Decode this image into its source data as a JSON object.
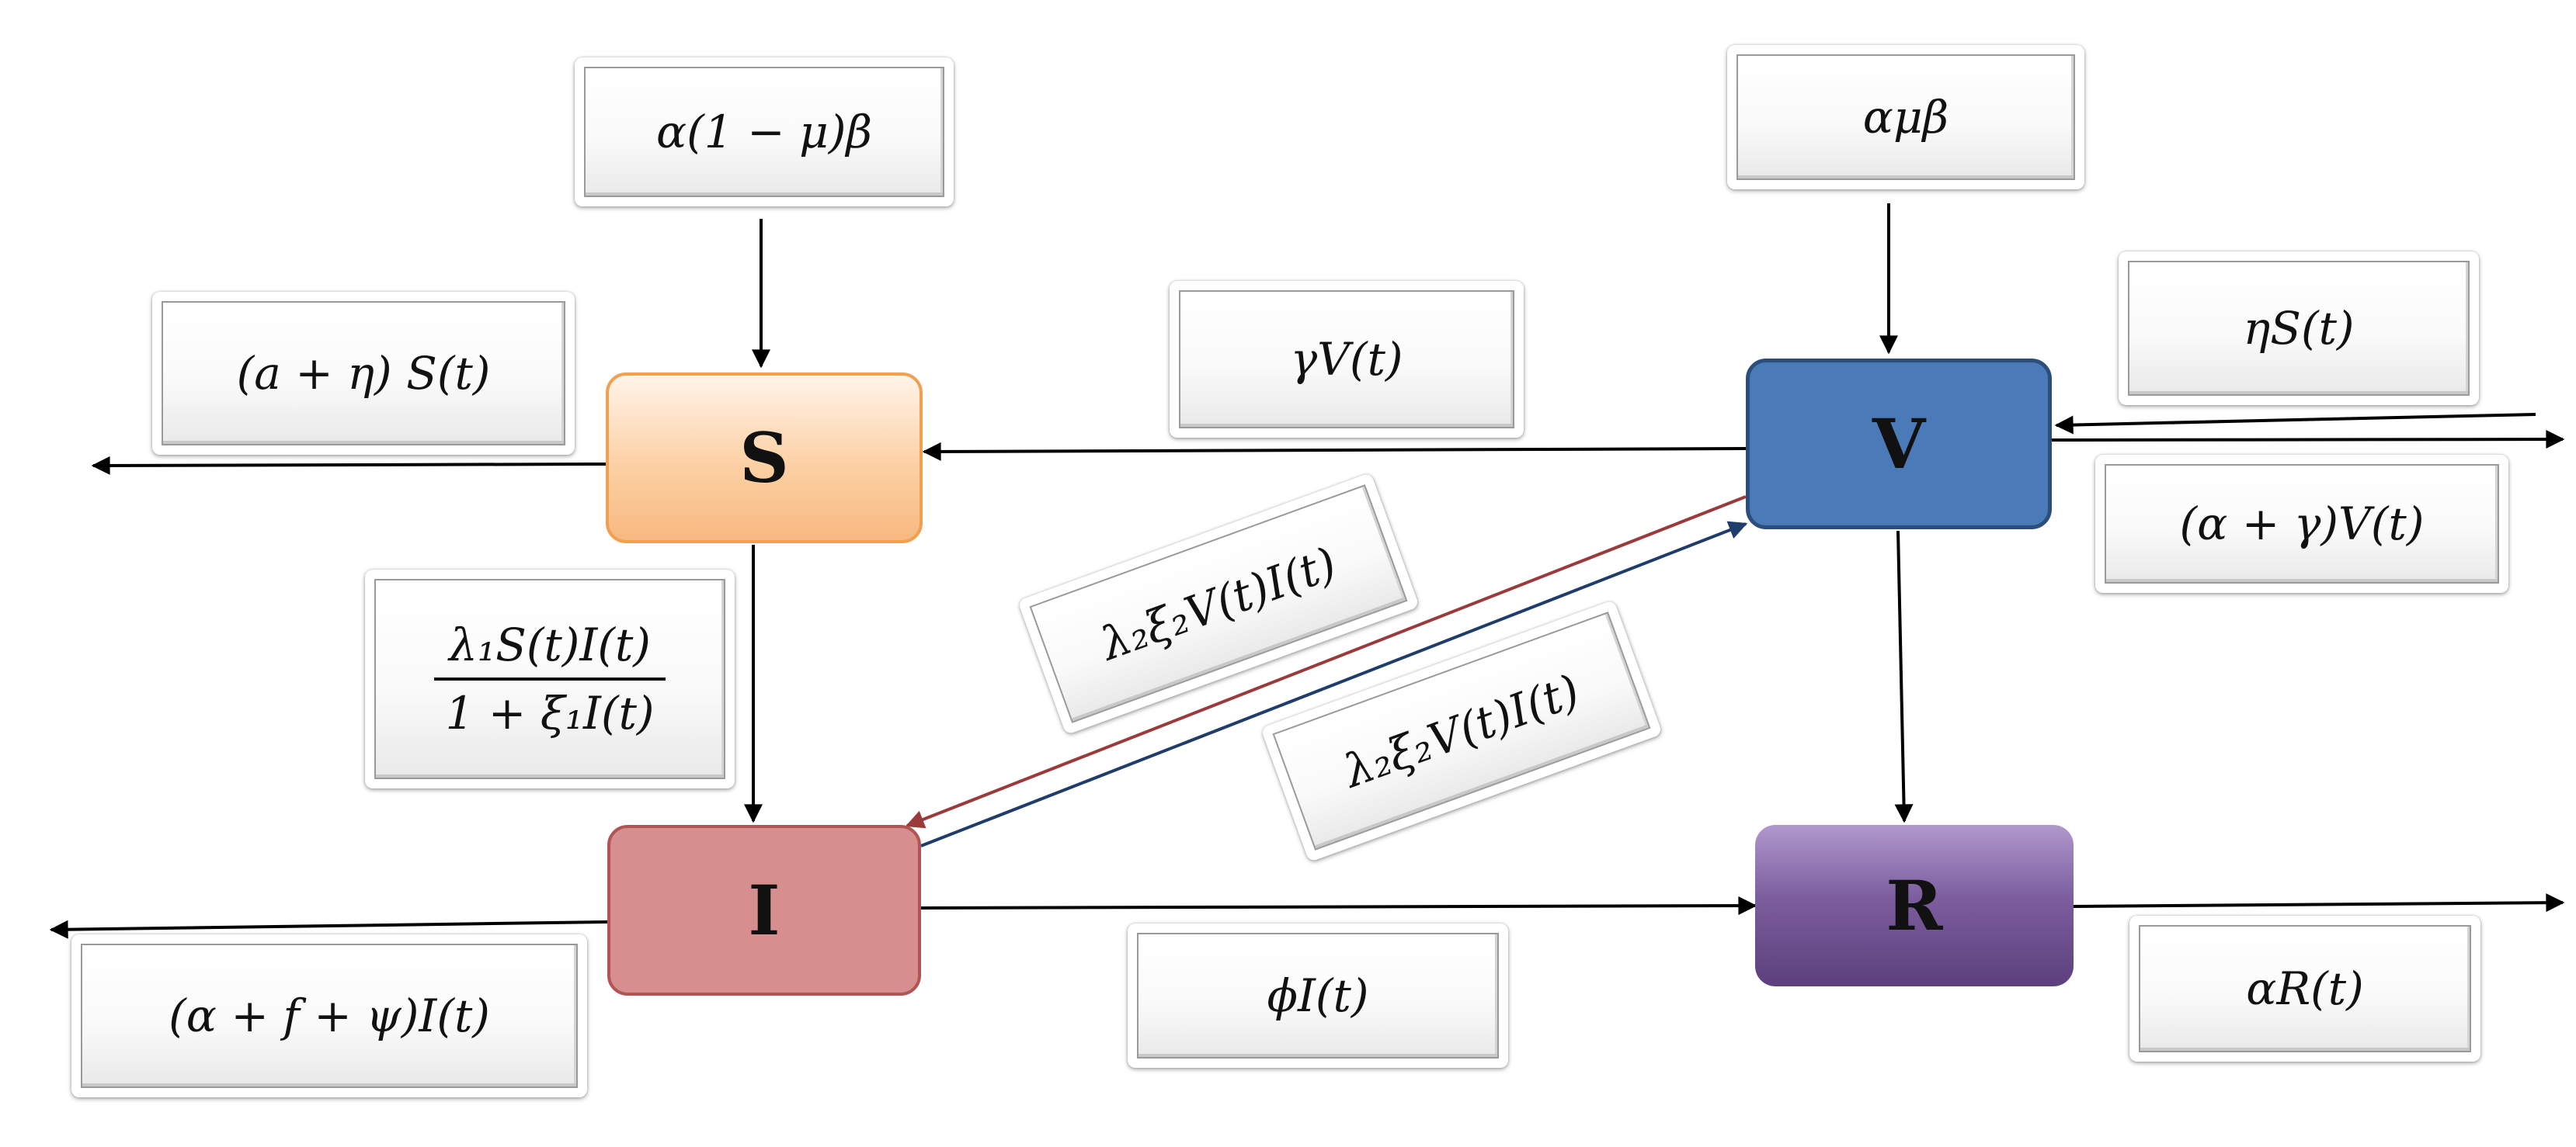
{
  "compartments": {
    "s": "S",
    "v": "V",
    "i": "I",
    "r": "R"
  },
  "rates": {
    "s_recruitment": "α(1 − μ)β",
    "v_recruitment": "αμβ",
    "s_outflow": "(a + η) S(t)",
    "v_to_s": "γV(t)",
    "s_to_v": "ηS(t)",
    "v_outflow": "(α + γ)V(t)",
    "s_to_i_numerator": "λ₁S(t)I(t)",
    "s_to_i_denominator": "1 + ξ₁I(t)",
    "v_to_i": "λ₂ξ₂V(t)I(t)",
    "i_to_v": "λ₂ξ₂V(t)I(t)",
    "i_outflow": "(α + f + ψ)I(t)",
    "i_to_r": "ϕI(t)",
    "r_outflow": "αR(t)"
  },
  "colors": {
    "s_fill": "#fcd0a3",
    "v_fill": "#4a7bb8",
    "i_fill": "#d78e8e",
    "r_fill": "#7c5e9f",
    "v_to_i_arrow": "#9b3a3a",
    "i_to_v_arrow": "#1f3d6b"
  }
}
